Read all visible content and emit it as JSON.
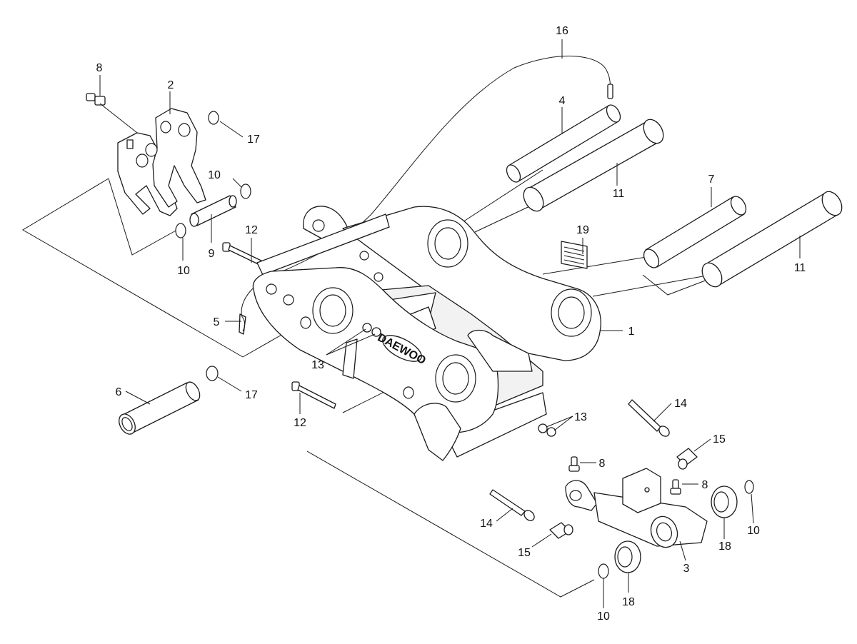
{
  "diagram": {
    "logo_text": "DAEWOO",
    "callouts": [
      {
        "id": "c16",
        "text": "16"
      },
      {
        "id": "c8a",
        "text": "8"
      },
      {
        "id": "c2",
        "text": "2"
      },
      {
        "id": "c17a",
        "text": "17"
      },
      {
        "id": "c4",
        "text": "4"
      },
      {
        "id": "c10a",
        "text": "10"
      },
      {
        "id": "c11a",
        "text": "11"
      },
      {
        "id": "c7",
        "text": "7"
      },
      {
        "id": "c12a",
        "text": "12"
      },
      {
        "id": "c19",
        "text": "19"
      },
      {
        "id": "c9",
        "text": "9"
      },
      {
        "id": "c10b",
        "text": "10"
      },
      {
        "id": "c11b",
        "text": "11"
      },
      {
        "id": "c5",
        "text": "5"
      },
      {
        "id": "c1",
        "text": "1"
      },
      {
        "id": "c13a",
        "text": "13"
      },
      {
        "id": "c6",
        "text": "6"
      },
      {
        "id": "c17b",
        "text": "17"
      },
      {
        "id": "c12b",
        "text": "12"
      },
      {
        "id": "c14a",
        "text": "14"
      },
      {
        "id": "c13b",
        "text": "13"
      },
      {
        "id": "c15a",
        "text": "15"
      },
      {
        "id": "c8b",
        "text": "8"
      },
      {
        "id": "c8c",
        "text": "8"
      },
      {
        "id": "c14b",
        "text": "14"
      },
      {
        "id": "c10c",
        "text": "10"
      },
      {
        "id": "c15b",
        "text": "15"
      },
      {
        "id": "c18a",
        "text": "18"
      },
      {
        "id": "c3",
        "text": "3"
      },
      {
        "id": "c18b",
        "text": "18"
      },
      {
        "id": "c10d",
        "text": "10"
      }
    ]
  }
}
